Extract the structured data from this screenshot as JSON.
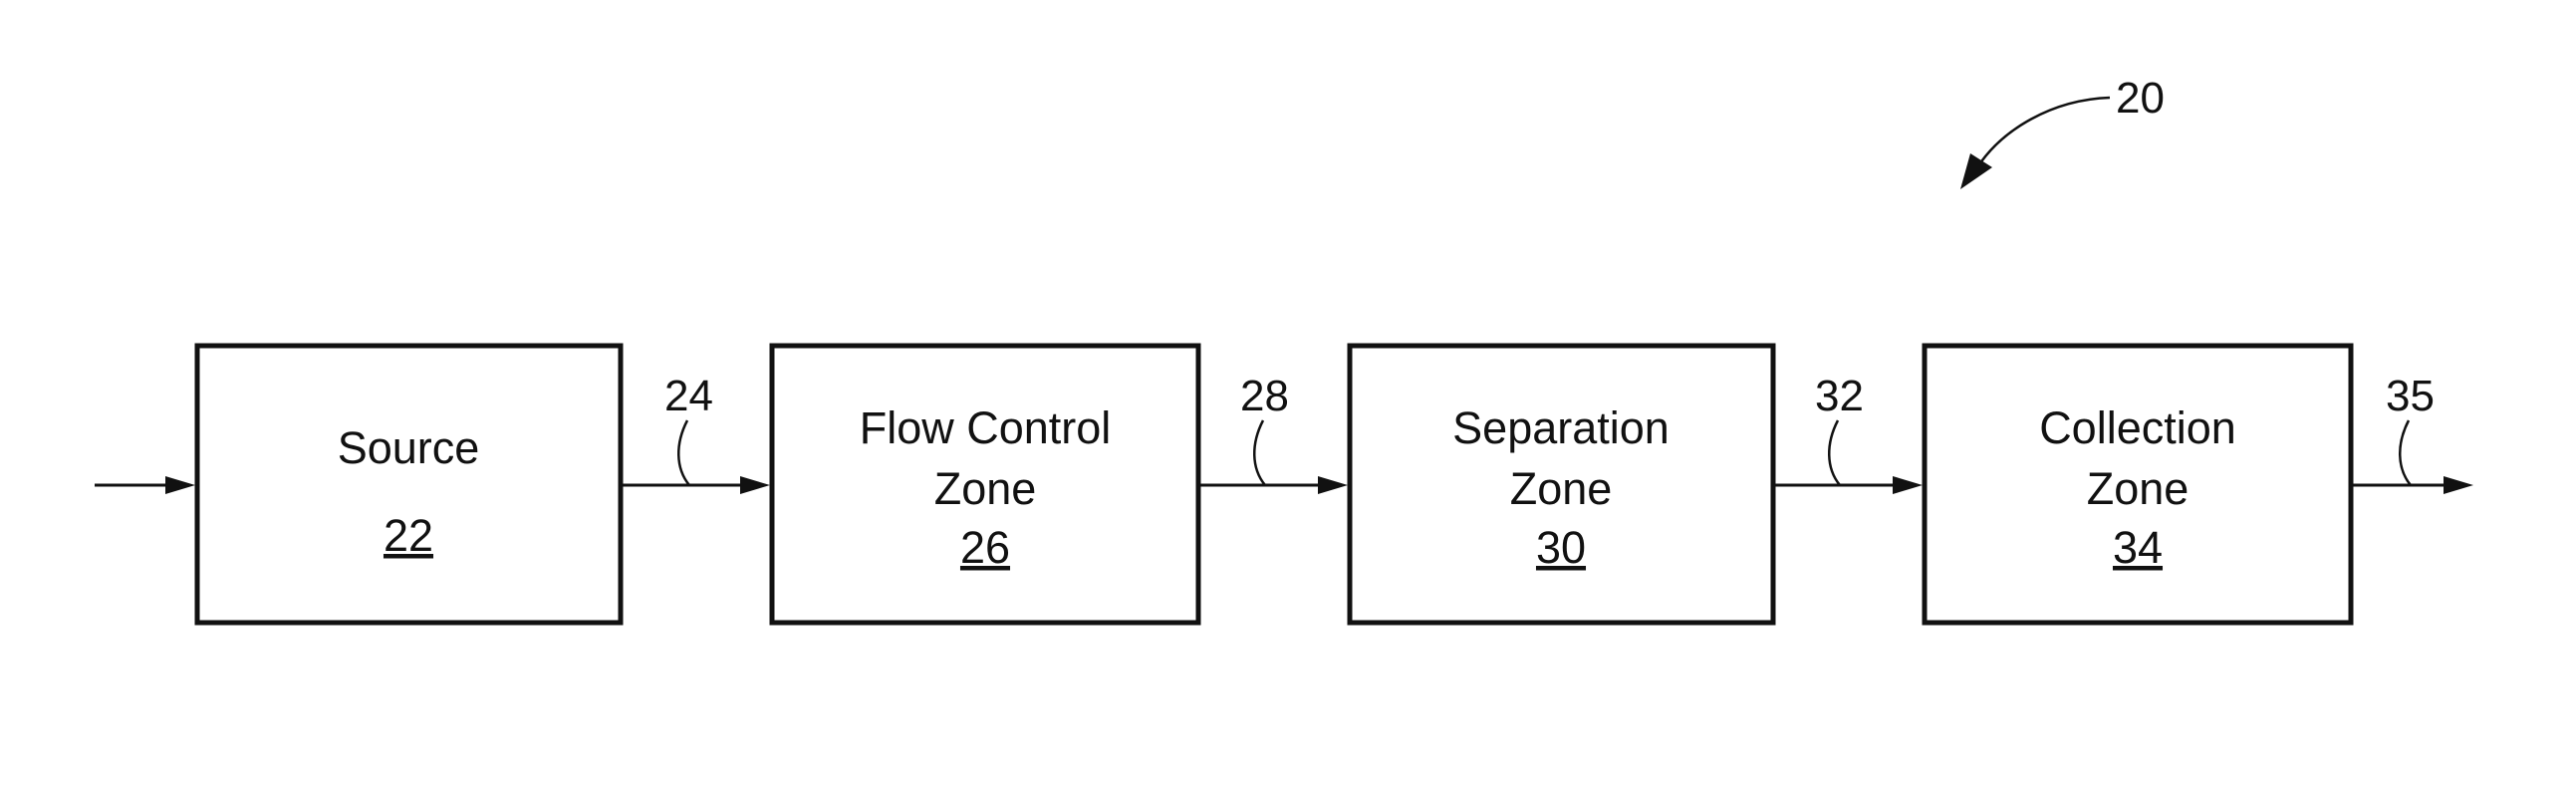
{
  "figure": {
    "ref_label": "20"
  },
  "blocks": [
    {
      "id": "source",
      "lines": [
        "Source"
      ],
      "ref": "22"
    },
    {
      "id": "flow-control-zone",
      "lines": [
        "Flow Control",
        "Zone"
      ],
      "ref": "26"
    },
    {
      "id": "separation-zone",
      "lines": [
        "Separation",
        "Zone"
      ],
      "ref": "30"
    },
    {
      "id": "collection-zone",
      "lines": [
        "Collection",
        "Zone"
      ],
      "ref": "34"
    }
  ],
  "connectors": [
    {
      "id": "connector-24",
      "ref": "24"
    },
    {
      "id": "connector-28",
      "ref": "28"
    },
    {
      "id": "connector-32",
      "ref": "32"
    },
    {
      "id": "connector-35",
      "ref": "35"
    }
  ]
}
